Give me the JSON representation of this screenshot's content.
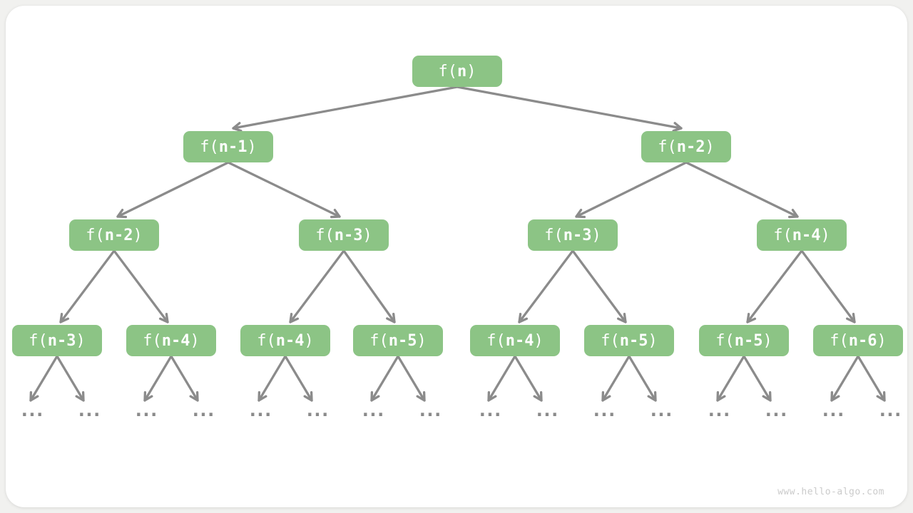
{
  "nodes": [
    {
      "level": 1,
      "index": 0,
      "pre": "f(",
      "arg": "n",
      "post": ")"
    },
    {
      "level": 2,
      "index": 0,
      "pre": "f(",
      "arg": "n-1",
      "post": ")"
    },
    {
      "level": 2,
      "index": 1,
      "pre": "f(",
      "arg": "n-2",
      "post": ")"
    },
    {
      "level": 3,
      "index": 0,
      "pre": "f(",
      "arg": "n-2",
      "post": ")"
    },
    {
      "level": 3,
      "index": 1,
      "pre": "f(",
      "arg": "n-3",
      "post": ")"
    },
    {
      "level": 3,
      "index": 2,
      "pre": "f(",
      "arg": "n-3",
      "post": ")"
    },
    {
      "level": 3,
      "index": 3,
      "pre": "f(",
      "arg": "n-4",
      "post": ")"
    },
    {
      "level": 4,
      "index": 0,
      "pre": "f(",
      "arg": "n-3",
      "post": ")"
    },
    {
      "level": 4,
      "index": 1,
      "pre": "f(",
      "arg": "n-4",
      "post": ")"
    },
    {
      "level": 4,
      "index": 2,
      "pre": "f(",
      "arg": "n-4",
      "post": ")"
    },
    {
      "level": 4,
      "index": 3,
      "pre": "f(",
      "arg": "n-5",
      "post": ")"
    },
    {
      "level": 4,
      "index": 4,
      "pre": "f(",
      "arg": "n-4",
      "post": ")"
    },
    {
      "level": 4,
      "index": 5,
      "pre": "f(",
      "arg": "n-5",
      "post": ")"
    },
    {
      "level": 4,
      "index": 6,
      "pre": "f(",
      "arg": "n-5",
      "post": ")"
    },
    {
      "level": 4,
      "index": 7,
      "pre": "f(",
      "arg": "n-6",
      "post": ")"
    }
  ],
  "ellipsis_label": "...",
  "watermark": "www.hello-algo.com",
  "colors": {
    "node_fill": "#8CC485",
    "node_text": "#FFFFFF",
    "arrow": "#8B8B8B",
    "ellipsis": "#8A8A8A",
    "watermark": "#CBCBCB",
    "canvas_bg": "#FFFFFF",
    "page_bg": "#F1F1EF"
  }
}
